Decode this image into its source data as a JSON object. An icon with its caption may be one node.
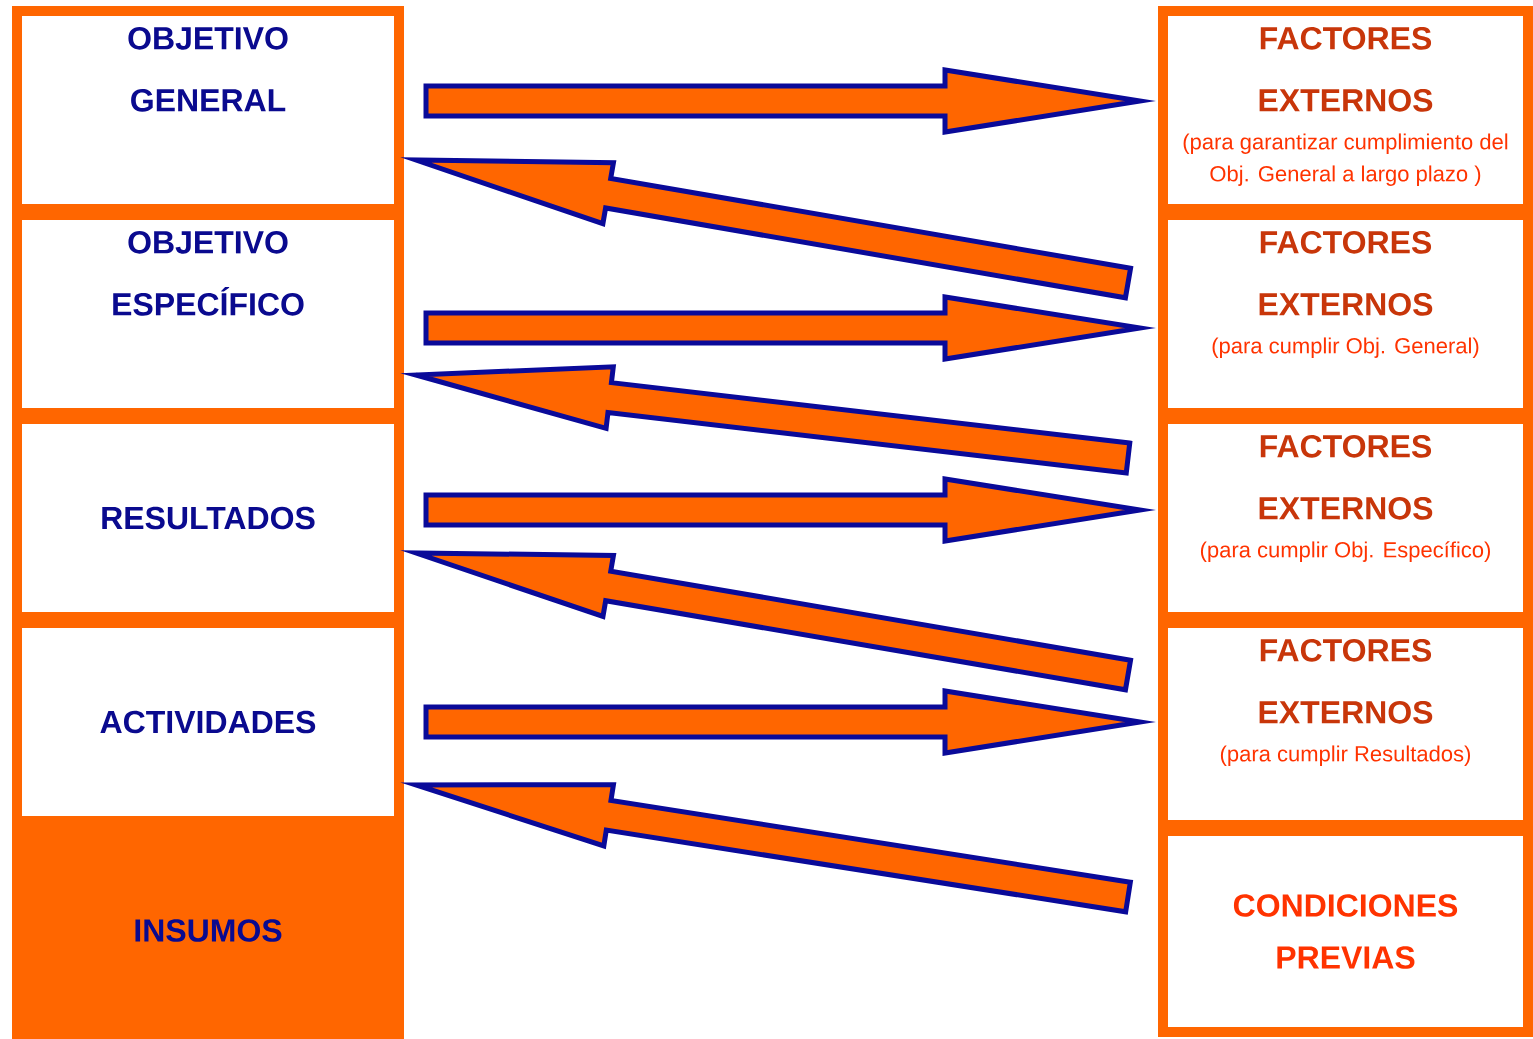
{
  "diagram": {
    "nodes": [
      {
        "text": [
          "OBJETIVO GENERAL"
        ]
      },
      {
        "text": [
          "OBJETIVO ESPECÍFICO"
        ]
      },
      {
        "text": [
          "RESULTADOS"
        ]
      },
      {
        "text": [
          "ACTIVIDADES"
        ]
      },
      {
        "text": [
          "INSUMOS"
        ]
      },
      {
        "text": [
          "FACTORES EXTERNOS",
          "(para garantizar cumplimiento del Obj. General a largo plazo )"
        ]
      },
      {
        "text": [
          "FACTORES EXTERNOS",
          "(para cumplir Obj. General)"
        ]
      },
      {
        "text": [
          "FACTORES EXTERNOS",
          "(para cumplir Obj. Específico)"
        ]
      },
      {
        "text": [
          "FACTORES EXTERNOS",
          "(para cumplir Resultados)"
        ]
      },
      {
        "text": [
          "CONDICIONES PREVIAS"
        ]
      }
    ],
    "edges": [
      {
        "from": 0,
        "to": 5,
        "arrow": "to"
      },
      {
        "from": 6,
        "to": 0,
        "arrow": "to"
      },
      {
        "from": 1,
        "to": 6,
        "arrow": "to"
      },
      {
        "from": 7,
        "to": 1,
        "arrow": "to"
      },
      {
        "from": 2,
        "to": 7,
        "arrow": "to"
      },
      {
        "from": 8,
        "to": 2,
        "arrow": "to"
      },
      {
        "from": 3,
        "to": 8,
        "arrow": "to"
      },
      {
        "from": 9,
        "to": 3,
        "arrow": "to"
      }
    ]
  }
}
